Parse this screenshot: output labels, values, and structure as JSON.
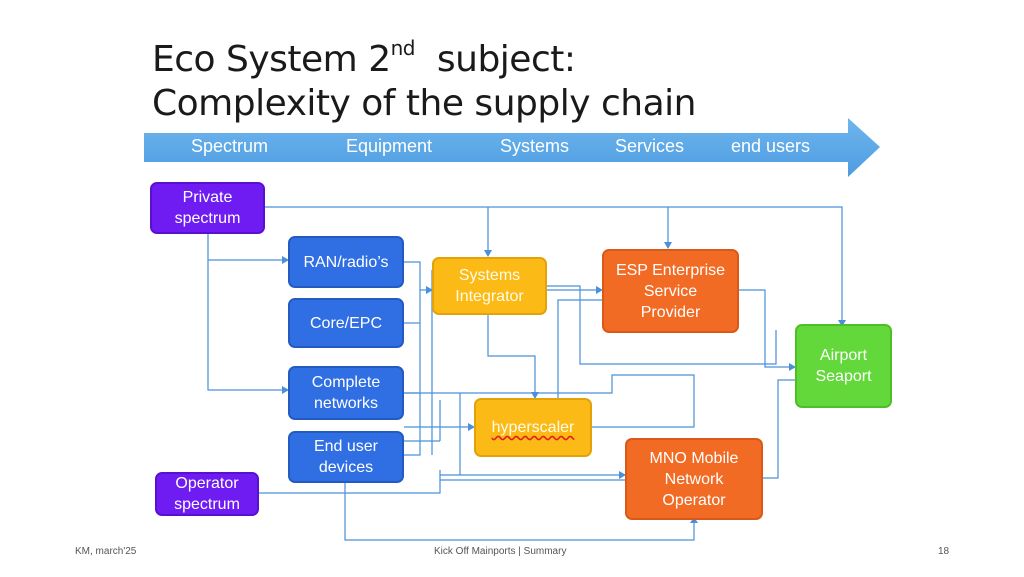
{
  "title": {
    "line1_prefix": "Eco System 2",
    "line1_sup": "nd",
    "line1_suffix": "subject:",
    "line2": "Complexity of the supply chain"
  },
  "stages": [
    "Spectrum",
    "Equipment",
    "Systems",
    "Services",
    "end users"
  ],
  "nodes": {
    "private_spectrum": [
      "Private",
      "spectrum"
    ],
    "operator_spectrum": [
      "Operator",
      "spectrum"
    ],
    "ran": [
      "RAN/radio’s"
    ],
    "core": [
      "Core/EPC"
    ],
    "complete_networks": [
      "Complete",
      "networks"
    ],
    "end_user_devices": [
      "End user",
      "devices"
    ],
    "systems_integrator": [
      "Systems",
      "Integrator"
    ],
    "hyperscaler": [
      "hyperscaler"
    ],
    "esp": [
      "ESP Enterprise",
      "Service",
      "Provider"
    ],
    "mno": [
      "MNO Mobile",
      "Network",
      "Operator"
    ],
    "airport": [
      "Airport",
      "Seaport"
    ]
  },
  "colors": {
    "arrow": "#5aa9e6",
    "spectrum": "#6f1cf2",
    "equipment": "#2f6ee3",
    "systems": "#fbba16",
    "services": "#f26b24",
    "end_users": "#63d83a",
    "connector": "#4a90d9"
  },
  "footer": {
    "left": "KM, march'25",
    "center": "Kick Off Mainports | Summary",
    "right": "18"
  }
}
